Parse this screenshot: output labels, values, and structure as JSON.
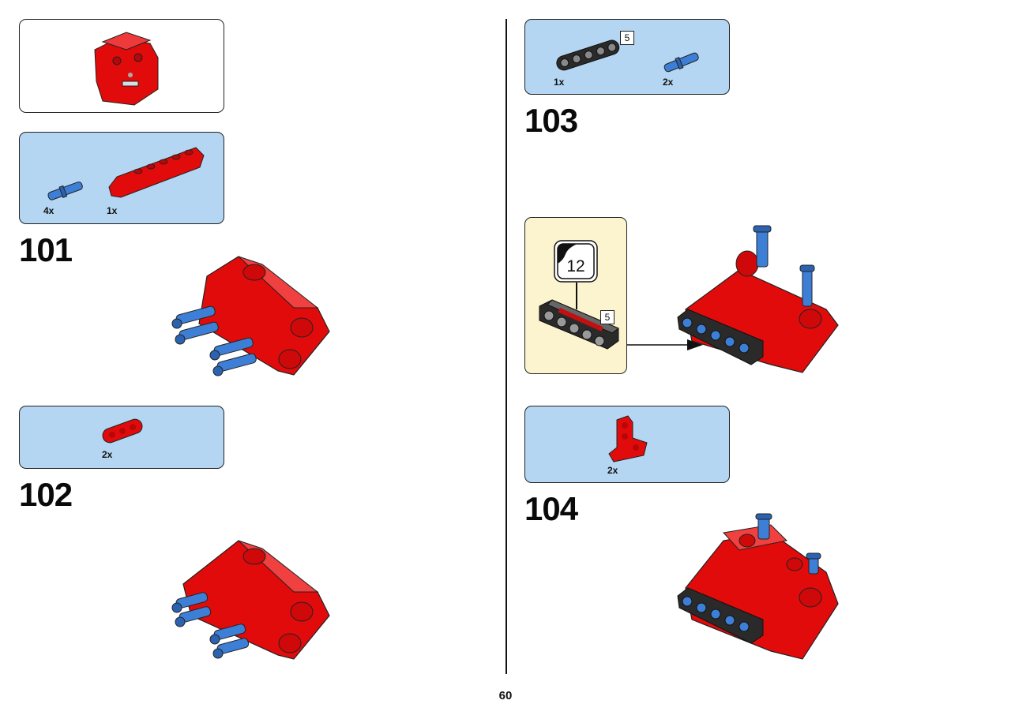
{
  "page_number": "60",
  "steps": [
    {
      "number": "101",
      "parts": [
        {
          "qty": "4x",
          "part": "blue-axle-pin"
        },
        {
          "qty": "1x",
          "part": "red-beam"
        }
      ]
    },
    {
      "number": "102",
      "parts": [
        {
          "qty": "2x",
          "part": "red-beam-short"
        }
      ]
    },
    {
      "number": "103",
      "parts": [
        {
          "qty": "1x",
          "part": "black-beam",
          "length": "5"
        },
        {
          "qty": "2x",
          "part": "blue-axle-pin"
        }
      ],
      "callout": {
        "count": "12",
        "length": "5"
      }
    },
    {
      "number": "104",
      "parts": [
        {
          "qty": "2x",
          "part": "red-t-beam"
        }
      ]
    }
  ],
  "colors": {
    "panel_blue": "#b4d6f2",
    "callout_cream": "#fcf4cf",
    "brick_red": "#e20b0b",
    "pin_blue": "#3d7fd6",
    "beam_black": "#2a2a2a"
  }
}
